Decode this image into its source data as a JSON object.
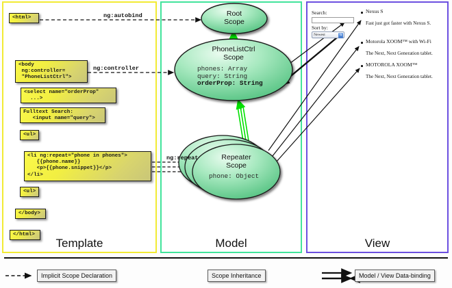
{
  "columns": [
    {
      "id": "template",
      "title": "Template",
      "border_color": "#f2eb33"
    },
    {
      "id": "model",
      "title": "Model",
      "border_color": "#41e49b"
    },
    {
      "id": "view",
      "title": "View",
      "border_color": "#6b4fe0"
    }
  ],
  "template": {
    "code_blocks": [
      {
        "name": "html-open-tag",
        "text": "<html>"
      },
      {
        "name": "body-open-tag",
        "text": "<body\n ng:controller=\n \"PhoneListCtrl\">"
      },
      {
        "name": "select-tag",
        "text": "<select name=\"orderProp\"\n  ...>"
      },
      {
        "name": "fulltext-search",
        "text": "Fulltext Search:\n   <input name=\"query\">"
      },
      {
        "name": "ul-open-tag",
        "text": "<ul>"
      },
      {
        "name": "li-repeat",
        "text": "<li ng:repeat=\"phone in phones\">\n   {{phone.name}}\n   <p>{{phone.snippet}}</p>\n</li>"
      },
      {
        "name": "ul-close-tag",
        "text": "<ul>"
      },
      {
        "name": "body-close-tag",
        "text": "</body>"
      },
      {
        "name": "html-close-tag",
        "text": "</html>"
      }
    ]
  },
  "edge_labels": {
    "autobind": "ng:autobind",
    "controller": "ng:controller",
    "repeat": "ng:repeat"
  },
  "model": {
    "scopes": [
      {
        "name": "root-scope",
        "title": "Root\nScope",
        "props": ""
      },
      {
        "name": "phonelistctrl-scope",
        "title": "PhoneListCtrl\nScope",
        "props_lines": [
          {
            "text": "phones: Array",
            "bold": false
          },
          {
            "text": "query: String",
            "bold": false
          },
          {
            "text": "orderProp: String",
            "bold": true
          }
        ]
      },
      {
        "name": "repeater-scope",
        "title": "Repeater\nScope",
        "props_lines": [
          {
            "text": "phone: Object",
            "bold": false
          }
        ]
      }
    ],
    "ellipse_fill_top": "#d8f5df",
    "ellipse_fill_bottom": "#56c684"
  },
  "view": {
    "search_label": "Search:",
    "search_value": "",
    "sort_label": "Sort by:",
    "sort_selected": "Newest",
    "sort_options": [
      "Newest"
    ],
    "phones": [
      {
        "name": "Nexus S",
        "snippet": "Fast just got faster with Nexus S."
      },
      {
        "name": "Motorola XOOM™ with Wi-Fi",
        "snippet": "The Next, Next Generation tablet."
      },
      {
        "name": "MOTOROLA XOOM™",
        "snippet": "The Next, Next Generation tablet."
      }
    ]
  },
  "legend": [
    {
      "name": "implicit-scope-declaration",
      "label": "Implicit Scope Declaration",
      "arrow": "dashed-black"
    },
    {
      "name": "scope-inheritance",
      "label": "Scope Inheritance",
      "arrow": "solid-green"
    },
    {
      "name": "model-view-data-binding",
      "label": "Model / View Data-binding",
      "arrow": "double-black"
    }
  ],
  "colors": {
    "green_arrow": "#00e000",
    "black": "#111111",
    "code_yellow": "#f5f24a",
    "code_olive": "#c9c678"
  }
}
